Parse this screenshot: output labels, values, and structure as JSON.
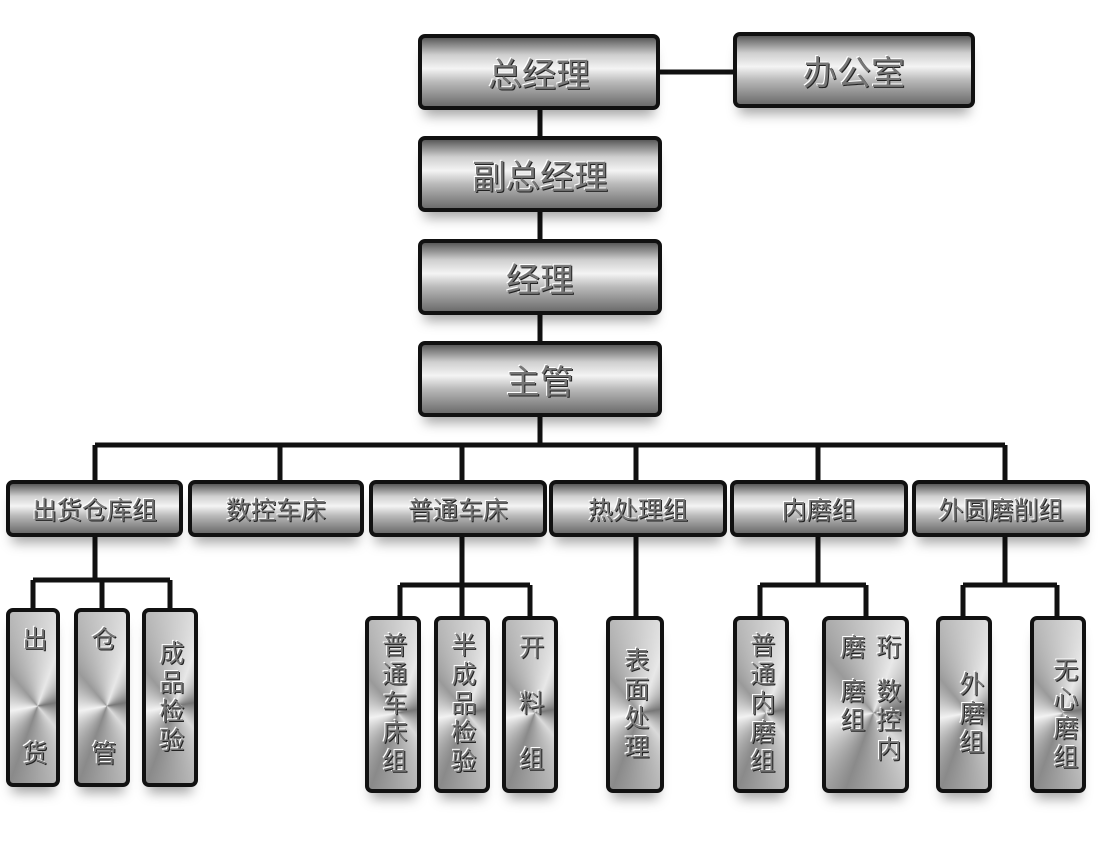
{
  "top": {
    "general_manager": "总经理",
    "office": "办公室",
    "deputy_gm": "副总经理",
    "manager": "经理",
    "supervisor": "主管"
  },
  "groups": [
    "出货仓库组",
    "数控车床",
    "普通车床",
    "热处理组",
    "内磨组",
    "外圆磨削组"
  ],
  "leaves": {
    "shipping": [
      "出",
      "货"
    ],
    "warehouse": [
      "仓",
      "管"
    ],
    "final_inspection": "成品检验",
    "lathe_group": "普通车床组",
    "semi_inspection": "半成品检验",
    "cutting": [
      "开",
      "料",
      "组"
    ],
    "surface": "表面处理",
    "internal_grinding": "普通内磨组",
    "cnc_internal": "数控内磨组",
    "honing": "珩磨",
    "external_grinding": "外磨组",
    "centerless": "无心磨组"
  }
}
